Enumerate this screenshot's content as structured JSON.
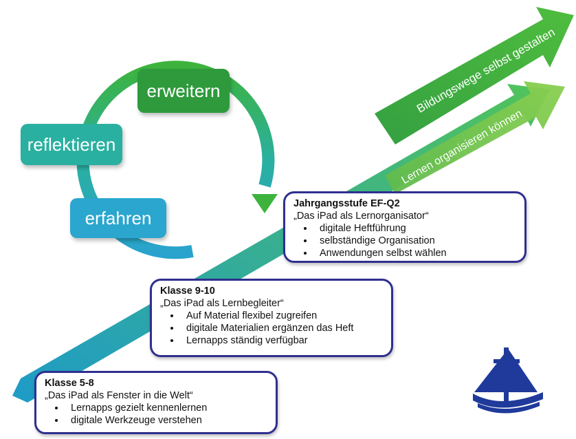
{
  "cycle": {
    "steps": [
      {
        "label": "erweitern",
        "color": "#2e9a3c"
      },
      {
        "label": "reflektieren",
        "color": "#2ab0a0"
      },
      {
        "label": "erfahren",
        "color": "#2aa6cf"
      }
    ]
  },
  "arrows": {
    "upper": {
      "label": "Bildungswege selbst gestalten",
      "color": "#3caa3c"
    },
    "lower": {
      "label": "Lernen organisieren können",
      "color": "#6cc04a"
    },
    "main_colors": [
      "#1e9bc8",
      "#52c35a"
    ]
  },
  "boxes": [
    {
      "title": "Jahrgangsstufe EF-Q2",
      "subtitle": "„Das iPad als Lernorganisator“",
      "items": [
        "digitale Heftführung",
        "selbständige Organisation",
        "Anwendungen selbst wählen"
      ]
    },
    {
      "title": "Klasse 9-10",
      "subtitle": "„Das iPad als Lernbegleiter“",
      "items": [
        "Auf Material flexibel zugreifen",
        "digitale Materialien ergänzen das Heft",
        "Lernapps ständig verfügbar"
      ]
    },
    {
      "title": "Klasse 5-8",
      "subtitle": "„Das iPad als Fenster in die Welt“",
      "items": [
        "Lernapps gezielt kennenlernen",
        "digitale Werkzeuge verstehen"
      ]
    }
  ],
  "logo": {
    "icon": "sailboat-cross-logo",
    "color": "#1f3a9a"
  }
}
